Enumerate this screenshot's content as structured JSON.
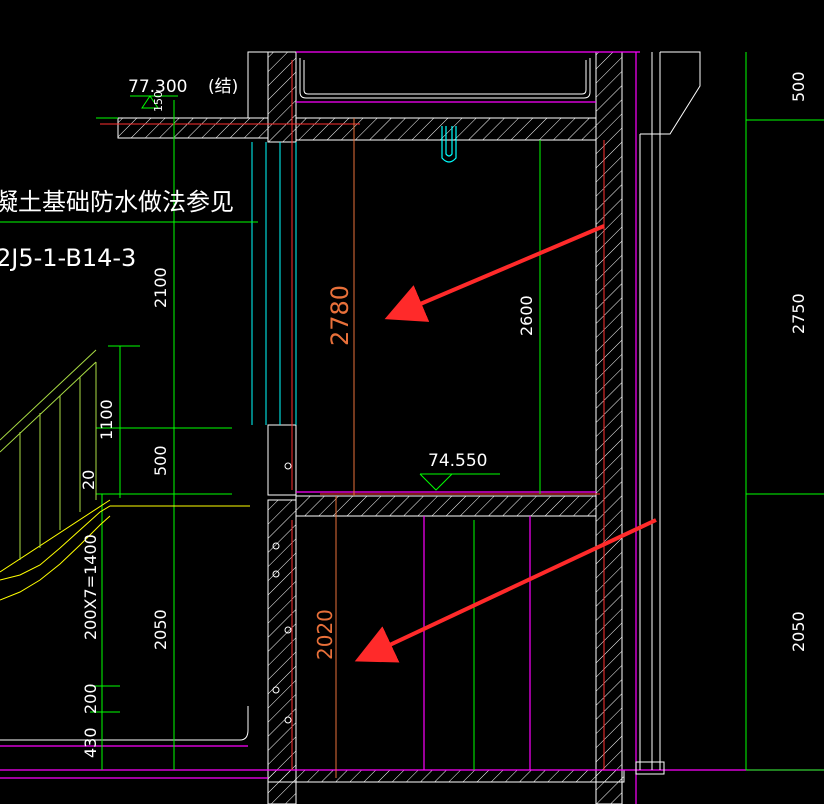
{
  "drawing": {
    "elevations": {
      "top_level": "77.300",
      "top_suffix": "(结)",
      "top_small": "150",
      "mid_level": "74.550"
    },
    "notes": {
      "waterproof_text": "凝土基础防水做法参见",
      "spec_code": "2J5-1-B14-3"
    },
    "dimensions_left": {
      "d2100": "2100",
      "d1100": "1100",
      "d500": "500",
      "d20": "20",
      "d1400": "200X7=1400",
      "d2050": "2050",
      "d200": "200",
      "d430": "430"
    },
    "dimensions_center": {
      "d2780": "2780",
      "d2600": "2600",
      "d2020": "2020"
    },
    "dimensions_right": {
      "d500": "500",
      "d2750": "2750",
      "d2050": "2050"
    },
    "colors": {
      "background": "#000000",
      "wall": "#ffffff",
      "slab_edge": "#ff00ff",
      "dim_green": "#00ff00",
      "cyan": "#00ffff",
      "yellow": "#ffff00",
      "red_line": "#ff3030",
      "annotation_arrow": "#ff2a2a",
      "annotation_text": "#e8703a"
    }
  }
}
